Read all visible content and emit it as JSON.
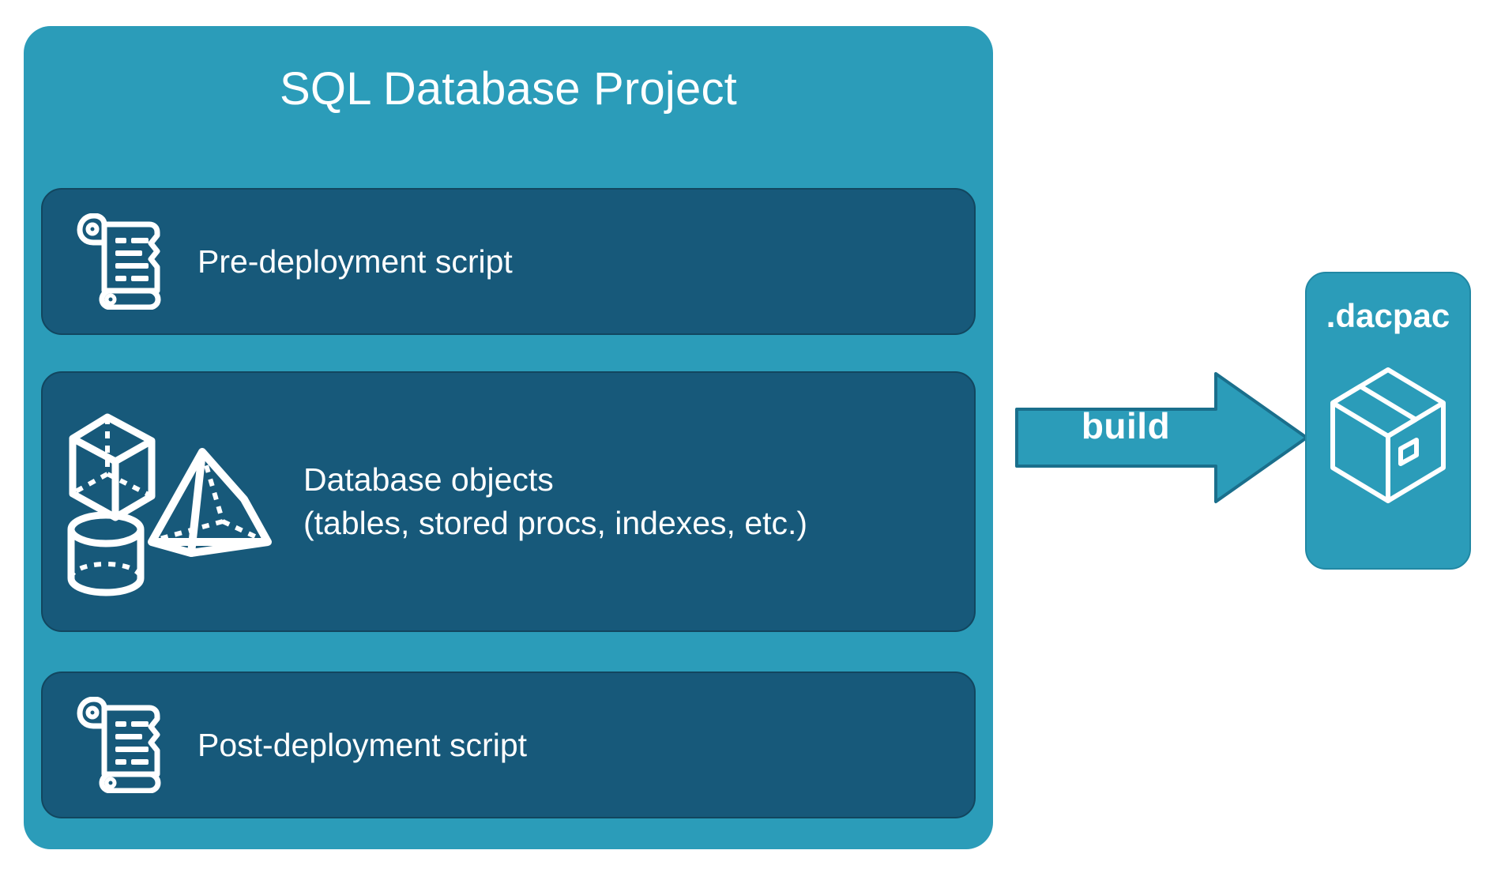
{
  "diagram": {
    "title": "SQL Database Project",
    "colors": {
      "container_teal": "#2B9CB9",
      "card_dark_teal": "#17597A",
      "card_border": "#12465F",
      "arrow_fill": "#2B9CB9",
      "arrow_border": "#1A6F8C",
      "text_white": "#FFFFFF",
      "background": "#FFFFFF"
    },
    "project": {
      "title": "SQL Database Project",
      "cards": [
        {
          "id": "pre-deployment",
          "label": "Pre-deployment script",
          "icon": "scroll-icon"
        },
        {
          "id": "database-objects",
          "label": "Database objects\n(tables, stored procs, indexes, etc.)",
          "line1": "Database objects",
          "line2": "(tables, stored procs, indexes, etc.)",
          "icons": [
            "cube-icon",
            "pyramid-icon",
            "cylinder-icon"
          ]
        },
        {
          "id": "post-deployment",
          "label": "Post-deployment script",
          "icon": "scroll-icon"
        }
      ]
    },
    "arrow": {
      "label": "build",
      "direction": "right"
    },
    "output": {
      "label": ".dacpac",
      "icon": "package-box-icon"
    }
  }
}
